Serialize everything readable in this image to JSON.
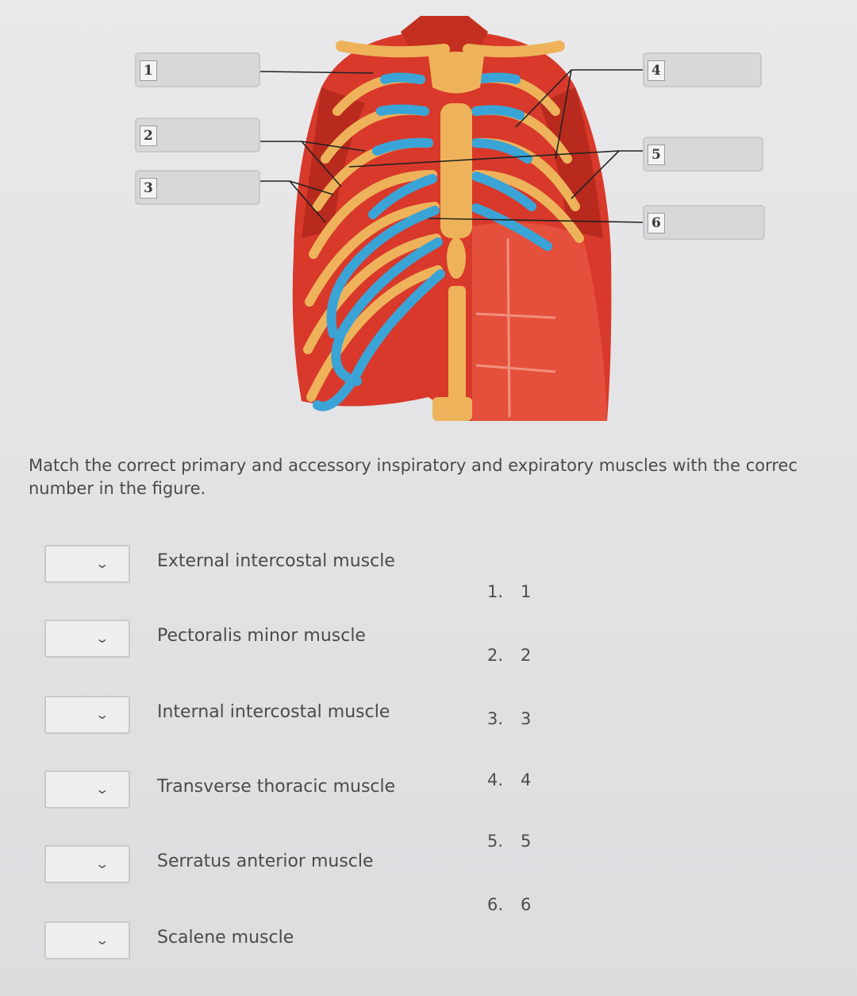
{
  "figure": {
    "labels_left": [
      "1",
      "2",
      "3"
    ],
    "labels_right": [
      "4",
      "5",
      "6"
    ],
    "colors": {
      "muscle": "#d8392b",
      "muscle_dark": "#a82418",
      "bone": "#eeb35a",
      "cartilage": "#3aa4d6",
      "label_box": "#d8d8da"
    }
  },
  "instructions": {
    "line1": "Match the correct primary and accessory inspiratory and expiratory muscles with the correc",
    "line2": "number in the figure."
  },
  "dropdown_icon": "chevron-down-icon",
  "items": [
    {
      "label": "External intercostal muscle",
      "selected": ""
    },
    {
      "label": "Pectoralis minor muscle",
      "selected": ""
    },
    {
      "label": "Internal intercostal muscle",
      "selected": ""
    },
    {
      "label": "Transverse thoracic muscle",
      "selected": ""
    },
    {
      "label": "Serratus anterior muscle",
      "selected": ""
    },
    {
      "label": "Scalene muscle",
      "selected": ""
    }
  ],
  "answers": [
    {
      "num": "1.",
      "value": "1"
    },
    {
      "num": "2.",
      "value": "2"
    },
    {
      "num": "3.",
      "value": "3"
    },
    {
      "num": "4.",
      "value": "4"
    },
    {
      "num": "5.",
      "value": "5"
    },
    {
      "num": "6.",
      "value": "6"
    }
  ]
}
